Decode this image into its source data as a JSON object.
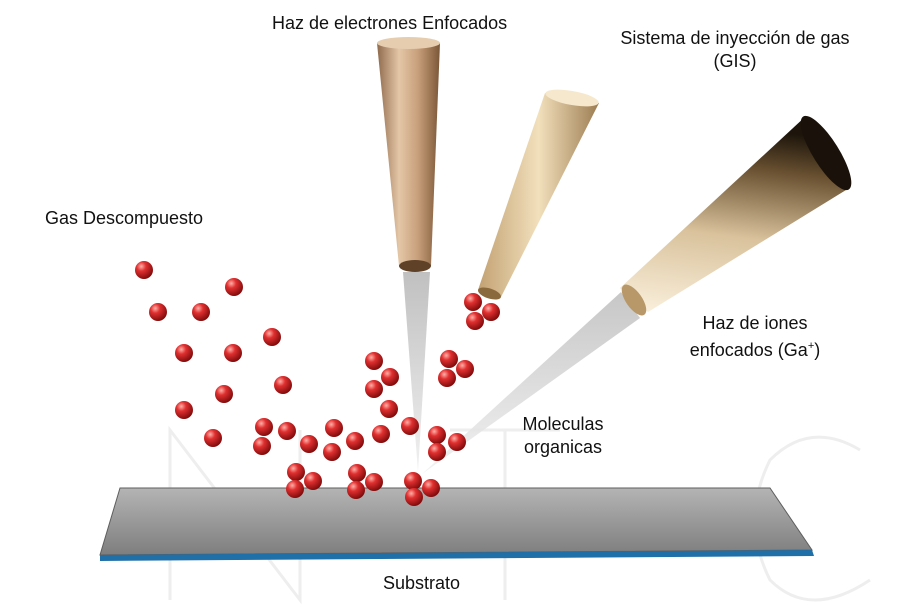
{
  "labels": {
    "electron_beam": "Haz de electrones Enfocados",
    "gis_line1": "Sistema de inyección de gas",
    "gis_line2": "(GIS)",
    "decomposed_gas": "Gas Descompuesto",
    "ion_beam_line1": "Haz de iones",
    "ion_beam_line2_prefix": "enfocados (Ga",
    "ion_beam_superscript": "+",
    "ion_beam_line2_suffix": ")",
    "organic_molecules_line1": "Moleculas",
    "organic_molecules_line2": "organicas",
    "substrate": "Substrato"
  },
  "colors": {
    "molecule": "#d21c1c",
    "substrate_top": "#9a9a9a",
    "substrate_edge": "#1f6fa8",
    "electron_column": "#c9a27e",
    "gis_needle": "#e2c89c",
    "ion_column": "#f1e2c6",
    "beam": "#d8d8d8"
  }
}
